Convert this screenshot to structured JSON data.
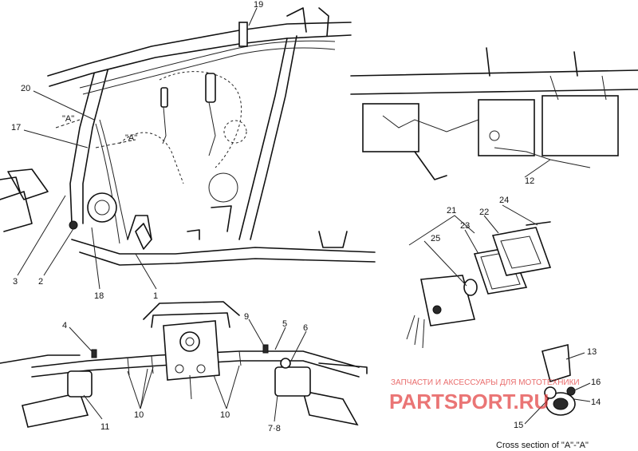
{
  "callouts": {
    "n1": "1",
    "n2": "2",
    "n3": "3",
    "n4": "4",
    "n5": "5",
    "n6": "6",
    "n10a": "10",
    "n10b": "10",
    "n11": "11",
    "n12": "12",
    "n13": "13",
    "n14": "14",
    "n15": "15",
    "n16": "16",
    "n17": "17",
    "n18": "18",
    "n19": "19",
    "n20": "20",
    "n21": "21",
    "n22": "22",
    "n23": "23",
    "n24": "24",
    "n25": "25",
    "n78": "7·8",
    "n9": "9",
    "sectionA1": "\"A\"",
    "sectionA2": "\"A\""
  },
  "caption": "Cross section of \"A\"-\"A\"",
  "watermark": {
    "line1": "ЗАПЧАСТИ И АКСЕССУАРЫ ДЛЯ МОТОТЕХНИКИ",
    "line2": "PARTSPORT.RU"
  },
  "colors": {
    "ink": "#111111",
    "watermark": "#e23b3b",
    "background": "#ffffff"
  }
}
